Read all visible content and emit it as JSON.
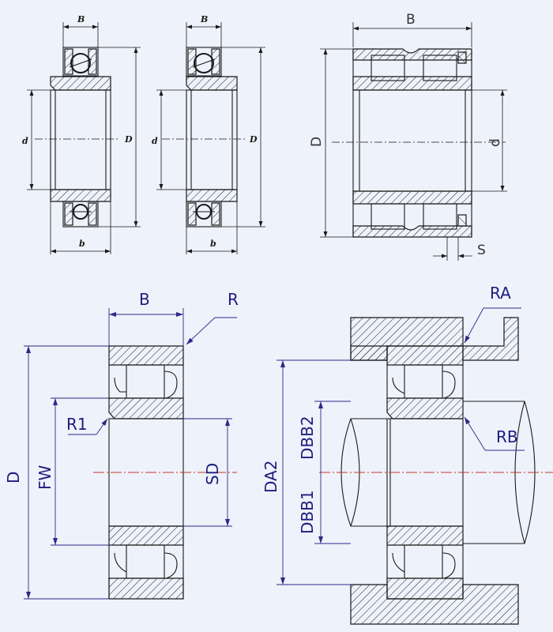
{
  "fig1": {
    "B": "B",
    "d": "d",
    "D": "D",
    "b": "b"
  },
  "fig2": {
    "B": "B",
    "d": "d",
    "D": "D",
    "b": "b"
  },
  "fig3": {
    "B": "B",
    "D": "D",
    "d": "d",
    "S": "S"
  },
  "fig4": {
    "B": "B",
    "R": "R",
    "R1": "R1",
    "D": "D",
    "FW": "FW",
    "SD": "SD"
  },
  "fig5": {
    "RA": "RA",
    "RB": "RB",
    "DA2": "DA2",
    "DBB1": "DBB1",
    "DBB2": "DBB2"
  },
  "colors": {
    "background": "#eef2fa",
    "dimension": "#2a2a8a",
    "centerline": "#c0392b",
    "outline": "#1a1a1a"
  }
}
